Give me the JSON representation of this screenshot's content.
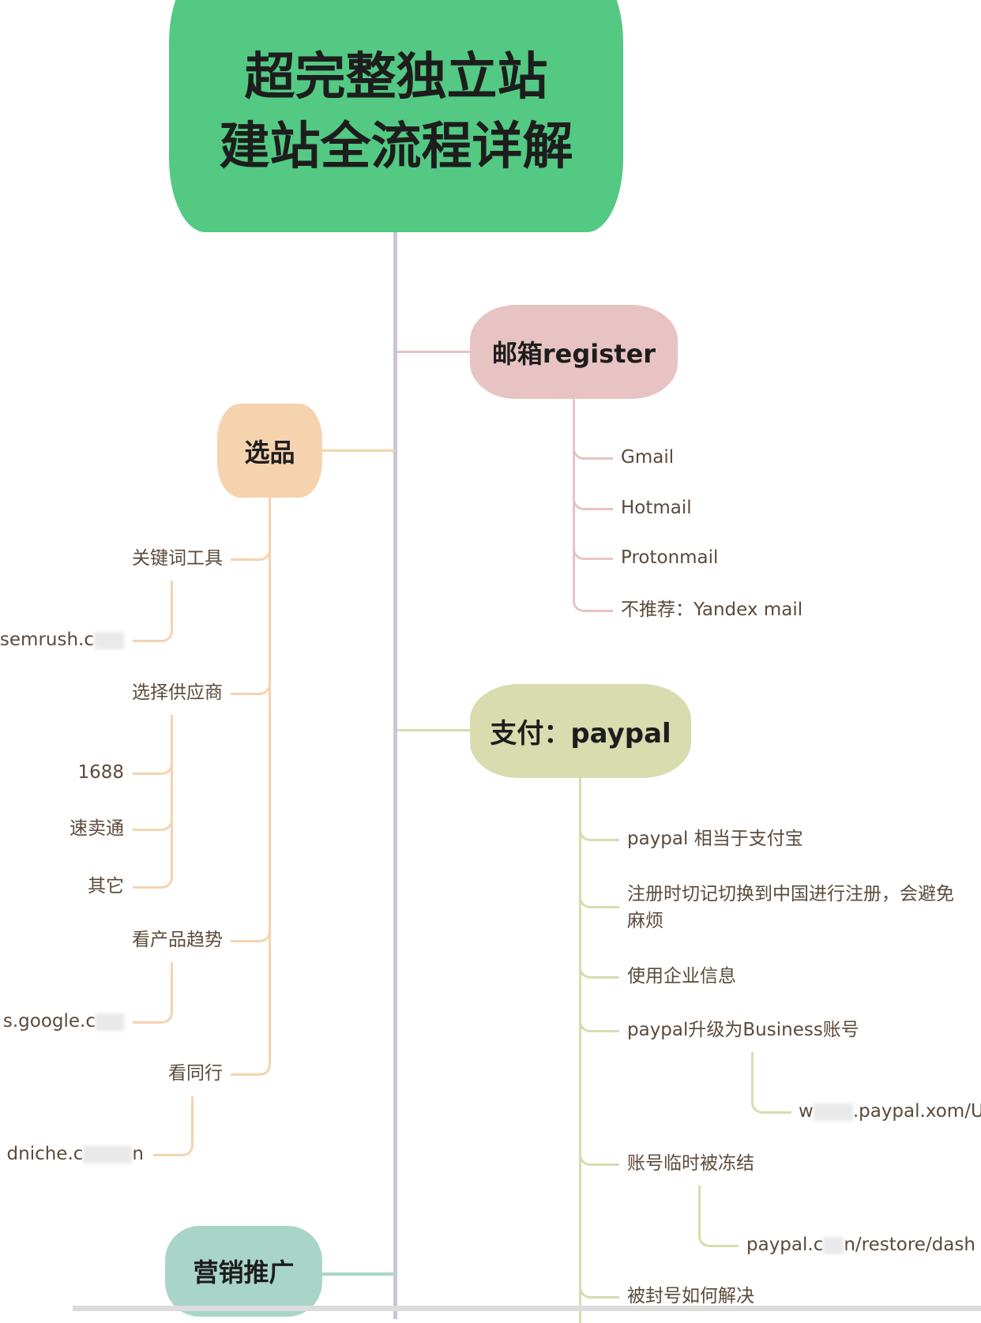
{
  "title": {
    "line1": "超完整独立站",
    "line2": "建站全流程详解"
  },
  "colors": {
    "root": "#53c983",
    "email": "#e8c3c3",
    "product": "#f5d3ae",
    "payment": "#d8dcae",
    "marketing": "#a8d5c8",
    "trunk": "#cbc5d6"
  },
  "email": {
    "label": "邮箱register",
    "items": [
      "Gmail",
      "Hotmail",
      "Protonmail",
      "不推荐：Yandex mail"
    ]
  },
  "product": {
    "label": "选品",
    "items": [
      {
        "label": "关键词工具",
        "child": "semrush.c"
      },
      {
        "label": "选择供应商",
        "children": [
          "1688",
          "速卖通",
          "其它"
        ]
      },
      {
        "label": "看产品趋势",
        "child": "s.google.c"
      },
      {
        "label": "看同行",
        "child": "dniche.c",
        "child_tail": "n"
      }
    ]
  },
  "payment": {
    "label": "支付：paypal",
    "items": [
      "paypal 相当于支付宝",
      "注册时切记切换到中国进行注册，会避免",
      "麻烦",
      "使用企业信息",
      "paypal升级为Business账号",
      "账号临时被冻结",
      "被封号如何解决"
    ],
    "links": {
      "business_pre": "w",
      "business_post": ".paypal.xom/U",
      "restore_pre": "paypal.c",
      "restore_post": "n/restore/dash"
    }
  },
  "marketing": {
    "label": "营销推广"
  }
}
